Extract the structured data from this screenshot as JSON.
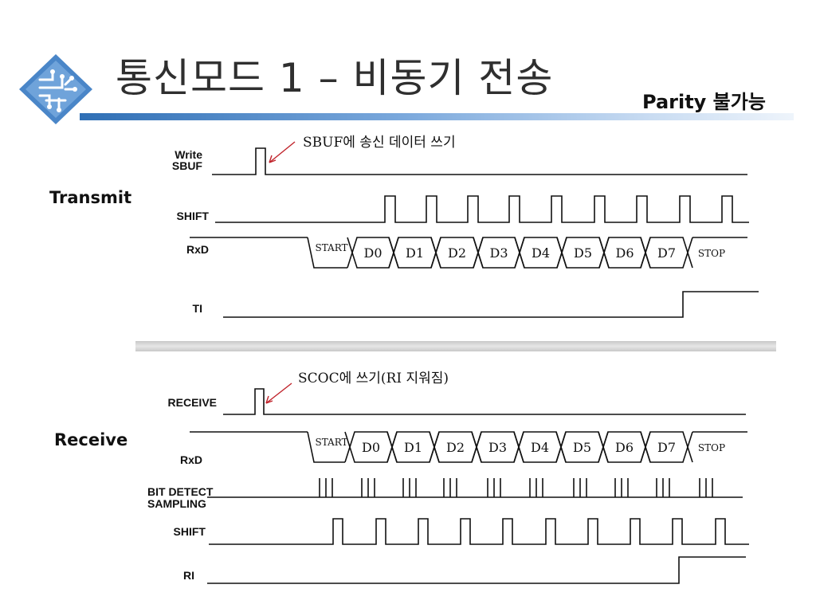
{
  "slide": {
    "title": "통신모드 1 – 비동기 전송",
    "subtitle": "Parity 불가능",
    "logo_icon": "circuit-board-icon",
    "accent_color": "#2f6fb5"
  },
  "transmit": {
    "section_label": "Transmit",
    "annotation": "SBUF에 송신 데이터 쓰기",
    "signals": {
      "write_sbuf": "Write\nSBUF",
      "shift": "SHIFT",
      "rxd": "RxD",
      "ti": "TI"
    },
    "frame": [
      "START",
      "D0",
      "D1",
      "D2",
      "D3",
      "D4",
      "D5",
      "D6",
      "D7",
      "STOP"
    ]
  },
  "receive": {
    "section_label": "Receive",
    "annotation": "SCOC에 쓰기(RI 지워짐)",
    "signals": {
      "receive": "RECEIVE",
      "rxd": "RxD",
      "bit_detect": "BIT DETECT\nSAMPLING",
      "shift": "SHIFT",
      "ri": "RI"
    },
    "frame": [
      "START",
      "D0",
      "D1",
      "D2",
      "D3",
      "D4",
      "D5",
      "D6",
      "D7",
      "STOP"
    ]
  }
}
